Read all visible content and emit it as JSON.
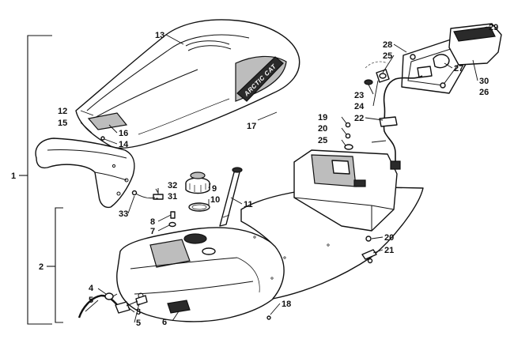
{
  "callouts": {
    "c1": "1",
    "c2": "2",
    "c3": "3",
    "c4": "4",
    "c5a": "5",
    "c5b": "5",
    "c6": "6",
    "c7": "7",
    "c8": "8",
    "c9": "9",
    "c10": "10",
    "c11": "11",
    "c12": "12",
    "c13": "13",
    "c14": "14",
    "c15": "15",
    "c16": "16",
    "c17": "17",
    "c18": "18",
    "c19": "19",
    "c20a": "20",
    "c20b": "20",
    "c21": "21",
    "c22": "22",
    "c23": "23",
    "c24": "24",
    "c25a": "25",
    "c25b": "25",
    "c26": "26",
    "c27": "27",
    "c28": "28",
    "c29": "29",
    "c30": "30",
    "c31": "31",
    "c32": "32",
    "c33": "33"
  },
  "seat_logo": "ARCTIC CAT",
  "colors": {
    "ink": "#111111",
    "paper": "#ffffff"
  }
}
